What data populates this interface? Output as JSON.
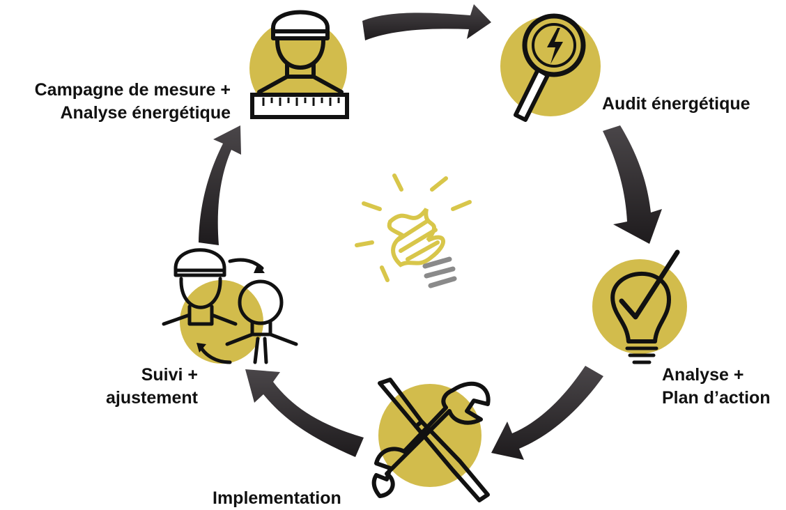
{
  "colors": {
    "accent": "#d2bc4c",
    "arrow": "#2a2729",
    "ink": "#111111"
  },
  "steps": [
    {
      "lines": [
        "Campagne de mesure +",
        "Analyse énergétique"
      ],
      "icon": "technician-measuring-icon"
    },
    {
      "lines": [
        "Audit énergétique"
      ],
      "icon": "magnifier-lightning-icon"
    },
    {
      "lines": [
        "Analyse +",
        "Plan d’action"
      ],
      "icon": "lightbulb-check-icon"
    },
    {
      "lines": [
        "Implementation"
      ],
      "icon": "wrench-screwdriver-icon"
    },
    {
      "lines": [
        "Suivi +",
        "ajustement"
      ],
      "icon": "people-exchange-icon"
    }
  ],
  "center_icon": "scribble-lightbulb-icon"
}
